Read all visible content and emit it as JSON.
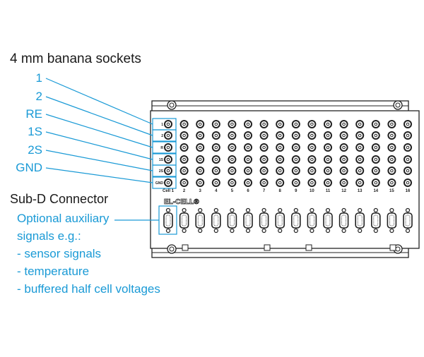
{
  "headings": {
    "banana_sockets": "4 mm banana sockets",
    "subd": "Sub-D Connector"
  },
  "socket_labels": [
    "1",
    "2",
    "RE",
    "1S",
    "2S",
    "GND"
  ],
  "panel_row_labels": [
    "1",
    "2",
    "R",
    "1S",
    "2S",
    "GND"
  ],
  "column_labels": [
    "Cell 1",
    "2",
    "3",
    "4",
    "5",
    "6",
    "7",
    "8",
    "9",
    "10",
    "11",
    "12",
    "13",
    "14",
    "15",
    "16"
  ],
  "logo": "EL-CELL®",
  "subd_description": [
    "Optional auxiliary",
    "signals e.g.:",
    "- sensor signals",
    "- temperature",
    "- buffered half cell voltages"
  ],
  "colors": {
    "accent": "#1a9ad6",
    "outline": "#222222"
  }
}
